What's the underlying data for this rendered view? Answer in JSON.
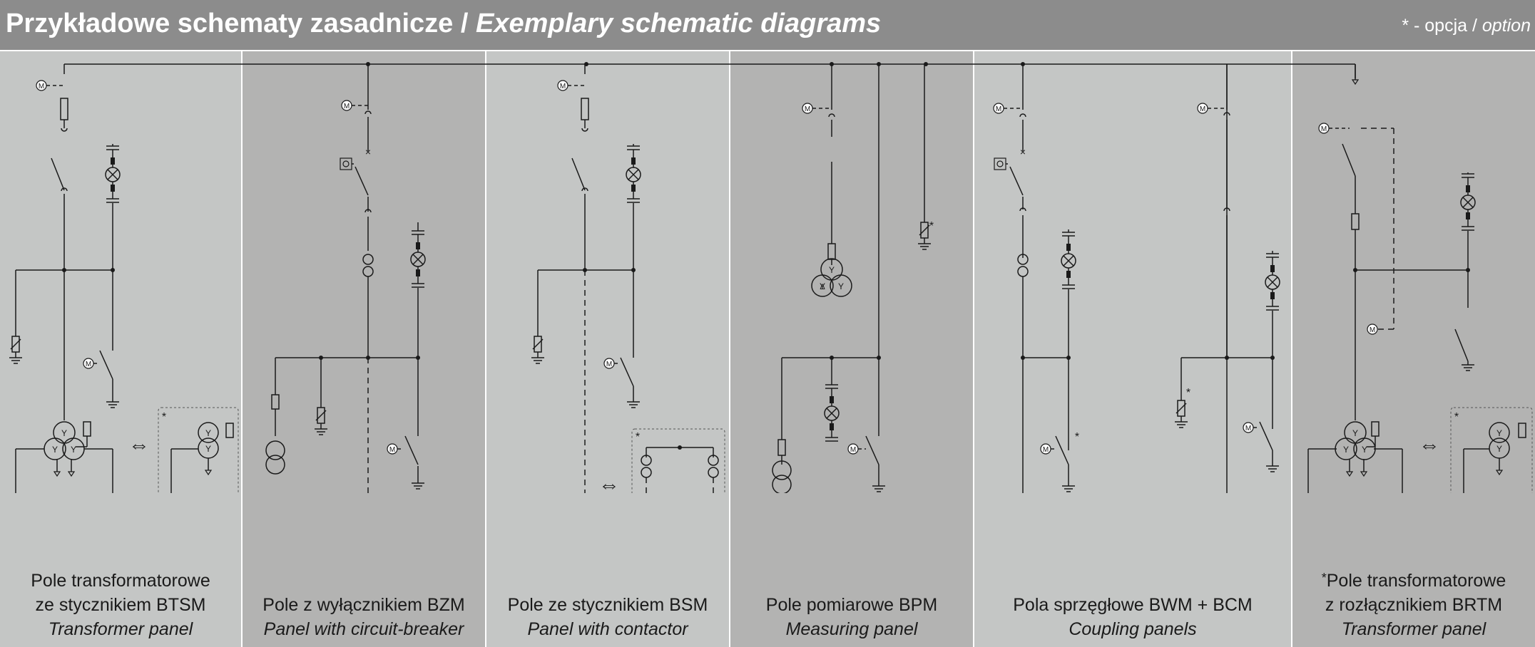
{
  "header": {
    "title_pl": "Przykładowe schematy zasadnicze",
    "title_sep": " / ",
    "title_en": "Exemplary schematic diagrams",
    "legend_mark": "* - opcja / ",
    "legend_en": "option"
  },
  "panels": [
    {
      "id": "btsm",
      "bg": "#c4c6c5",
      "line1": "Pole transformatorowe",
      "line2": "ze stycznikiem BTSM",
      "line3": "Transformer panel"
    },
    {
      "id": "bzm",
      "bg": "#b3b3b2",
      "line1": "Pole z wyłącznikiem BZM",
      "line2": "Panel with circuit-breaker",
      "line3": ""
    },
    {
      "id": "bsm",
      "bg": "#c4c6c5",
      "line1": "Pole ze stycznikiem BSM",
      "line2": "Panel with contactor",
      "line3": ""
    },
    {
      "id": "bpm",
      "bg": "#b3b3b2",
      "line1": "Pole pomiarowe BPM",
      "line2": "Measuring panel",
      "line3": ""
    },
    {
      "id": "bwm",
      "bg": "#c4c6c5",
      "line1": "Pola sprzęgłowe BWM + BCM",
      "line2": "Coupling panels",
      "line3": ""
    },
    {
      "id": "brtm",
      "bg": "#b3b3b2",
      "star": "*",
      "line1": "Pole transformatorowe",
      "line2": "z rozłącznikiem BRTM",
      "line3": "Transformer panel"
    }
  ],
  "symbols": {
    "motor": "M",
    "optional_mark": "*",
    "star_connection": "Y",
    "delta_connection": "Δ",
    "exchange_arrow": "⇔"
  },
  "colors": {
    "header_bg": "#8c8c8c",
    "panel_light": "#c4c6c5",
    "panel_dark": "#b3b3b2",
    "line": "#1a1a1a",
    "separator": "#ffffff"
  }
}
